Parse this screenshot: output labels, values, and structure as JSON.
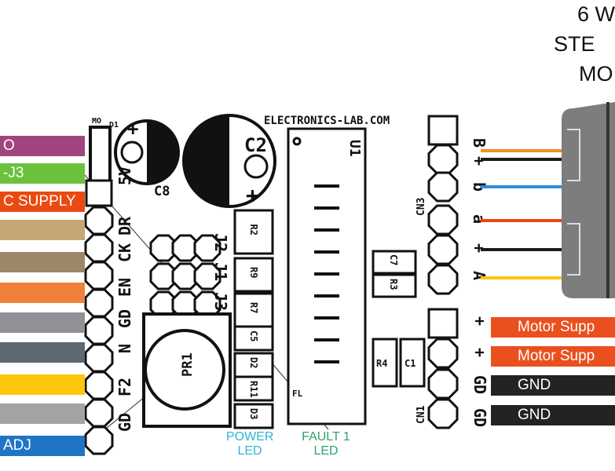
{
  "title": {
    "line1": "6 W",
    "line2": "STE",
    "line3": "MO"
  },
  "board": {
    "brand": "ELECTRONICS-LAB.COM",
    "ic_label": "U1",
    "c2": "C2",
    "c8": "C8",
    "d1": "D1",
    "mo": "MO",
    "pr1": "PR1",
    "j_labels": [
      "J2",
      "J1",
      "J3"
    ],
    "resistors_top": [
      "R2",
      "R9",
      "R7",
      "C5",
      "D2",
      "R11",
      "D3"
    ],
    "right_parts": [
      "C7",
      "R3",
      "R4",
      "C1"
    ],
    "fl": "FL",
    "cn1": "CN1",
    "cn3": "CN3",
    "left_header": [
      "5V",
      "DR",
      "CK",
      "EN",
      "GD",
      "N",
      "F2",
      "GD"
    ],
    "cn3_pins": [
      "B",
      "+",
      "b",
      "a",
      "+",
      "A"
    ],
    "cn1_pins": [
      "+",
      "+",
      "GD",
      "GD"
    ]
  },
  "left_labels": [
    {
      "text": "O",
      "color": "#A0457E"
    },
    {
      "text": "-J3",
      "color": "#6CC13C"
    },
    {
      "text": "C SUPPLY",
      "color": "#EA4A12"
    },
    {
      "text": "",
      "color": "#C4A774"
    },
    {
      "text": "",
      "color": "#9C8768"
    },
    {
      "text": "",
      "color": "#F07F3A"
    },
    {
      "text": "",
      "color": "#8F9196"
    },
    {
      "text": "",
      "color": "#5D6870"
    },
    {
      "text": "",
      "color": "#FFC60B"
    },
    {
      "text": "",
      "color": "#A3A3A3"
    },
    {
      "text": "ADJ",
      "color": "#1F74C6"
    }
  ],
  "motor_labels": [
    {
      "text": "Motor Supp",
      "color": "#E9501E"
    },
    {
      "text": "Motor Supp",
      "color": "#E9501E"
    },
    {
      "text": "GND",
      "color": "#232323"
    },
    {
      "text": "GND",
      "color": "#232323"
    }
  ],
  "wire_colors": [
    "#F2921E",
    "#1C1C1C",
    "#2C8FE0",
    "#EE4418",
    "#1C1C1C",
    "#FFC70E"
  ],
  "captions": {
    "power_line1": "POWER",
    "power_line2": "LED",
    "fault_line1": "FAULT 1",
    "fault_line2": "LED",
    "power_color": "#2FB6D4",
    "fault_color": "#2FA36B"
  }
}
